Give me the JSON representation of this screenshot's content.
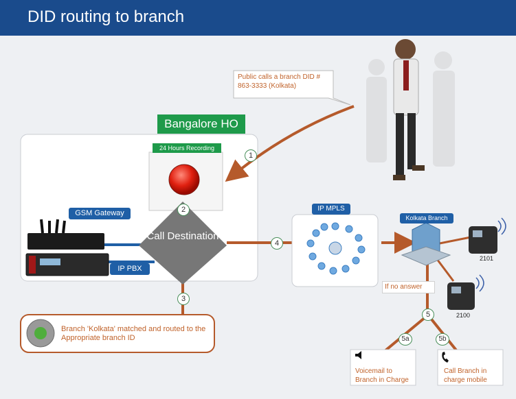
{
  "header": {
    "title": "DID routing to branch"
  },
  "callout": {
    "text": "Public calls a branch DID # 863-3333 (Kolkata)"
  },
  "ho": {
    "title": "Bangalore HO",
    "recording": "24 Hours Recording",
    "gsm": "GSM Gateway",
    "pbx": "IP PBX",
    "call_destination": "Call Destination"
  },
  "mpls": {
    "title": "IP MPLS"
  },
  "kolkata": {
    "title": "Kolkata Branch",
    "no_answer": "If no answer",
    "phone1": "2101",
    "phone2": "2100"
  },
  "branch_match": {
    "text": "Branch  'Kolkata' matched and routed to the Appropriate branch ID"
  },
  "voicemail": {
    "text": "Voicemail to Branch in Charge"
  },
  "callbranch": {
    "text": "Call Branch in charge mobile"
  },
  "steps": [
    "1",
    "2",
    "3",
    "4",
    "5",
    "5a",
    "5b"
  ],
  "colors": {
    "header": "#1a4b8c",
    "arrow": "#b55a2b",
    "green_tag": "#1e9a4a",
    "blue_tag": "#1f5fa6",
    "diamond": "#777777"
  }
}
